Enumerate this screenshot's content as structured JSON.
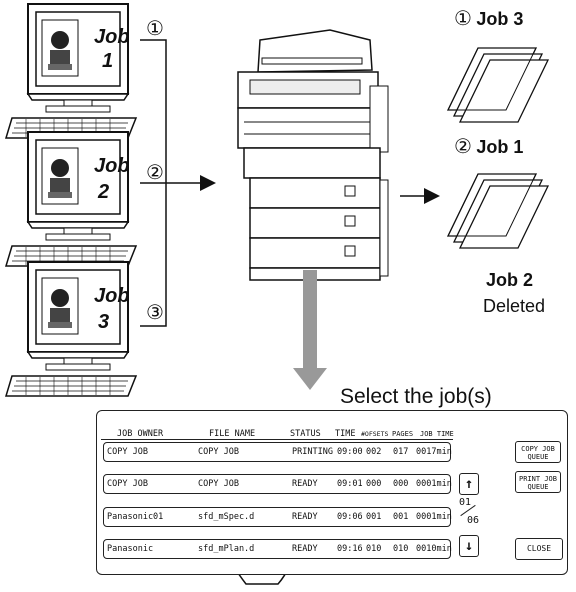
{
  "diagram": {
    "computers": [
      {
        "job": "Job",
        "num": "1",
        "order": "①"
      },
      {
        "job": "Job",
        "num": "2",
        "order": "②"
      },
      {
        "job": "Job",
        "num": "3",
        "order": "③"
      }
    ],
    "outputs": [
      {
        "order": "①",
        "label": "Job 3"
      },
      {
        "order": "②",
        "label": "Job 1"
      }
    ],
    "deleted_job": "Job 2",
    "deleted_label": "Deleted",
    "select_text": "Select the job(s)"
  },
  "panel": {
    "headers": [
      "JOB OWNER",
      "FILE NAME",
      "STATUS",
      "TIME",
      "#OFSETS",
      "PAGES",
      "JOB TIME"
    ],
    "rows": [
      {
        "owner": "COPY JOB",
        "file": "COPY JOB",
        "status": "PRINTING",
        "time": "09:00",
        "sets": "002",
        "pages": "017",
        "jobtime": "0017min"
      },
      {
        "owner": "COPY JOB",
        "file": "COPY JOB",
        "status": "READY",
        "time": "09:01",
        "sets": "000",
        "pages": "000",
        "jobtime": "0001min"
      },
      {
        "owner": "Panasonic01",
        "file": "sfd_mSpec.d",
        "status": "READY",
        "time": "09:06",
        "sets": "001",
        "pages": "001",
        "jobtime": "0001min"
      },
      {
        "owner": "Panasonic",
        "file": "sfd_mPlan.d",
        "status": "READY",
        "time": "09:16",
        "sets": "010",
        "pages": "010",
        "jobtime": "0010min"
      }
    ],
    "buttons": {
      "copy_queue_1": "COPY JOB",
      "copy_queue_2": "QUEUE",
      "print_queue_1": "PRINT JOB",
      "print_queue_2": "QUEUE",
      "close": "CLOSE"
    },
    "page_current": "01",
    "page_total": "06",
    "up_arrow": "↑",
    "down_arrow": "↓"
  },
  "icons": [
    "computer-icon",
    "copier-icon",
    "paper-stack-icon",
    "hand-pointer-icon",
    "arrow-icon"
  ]
}
